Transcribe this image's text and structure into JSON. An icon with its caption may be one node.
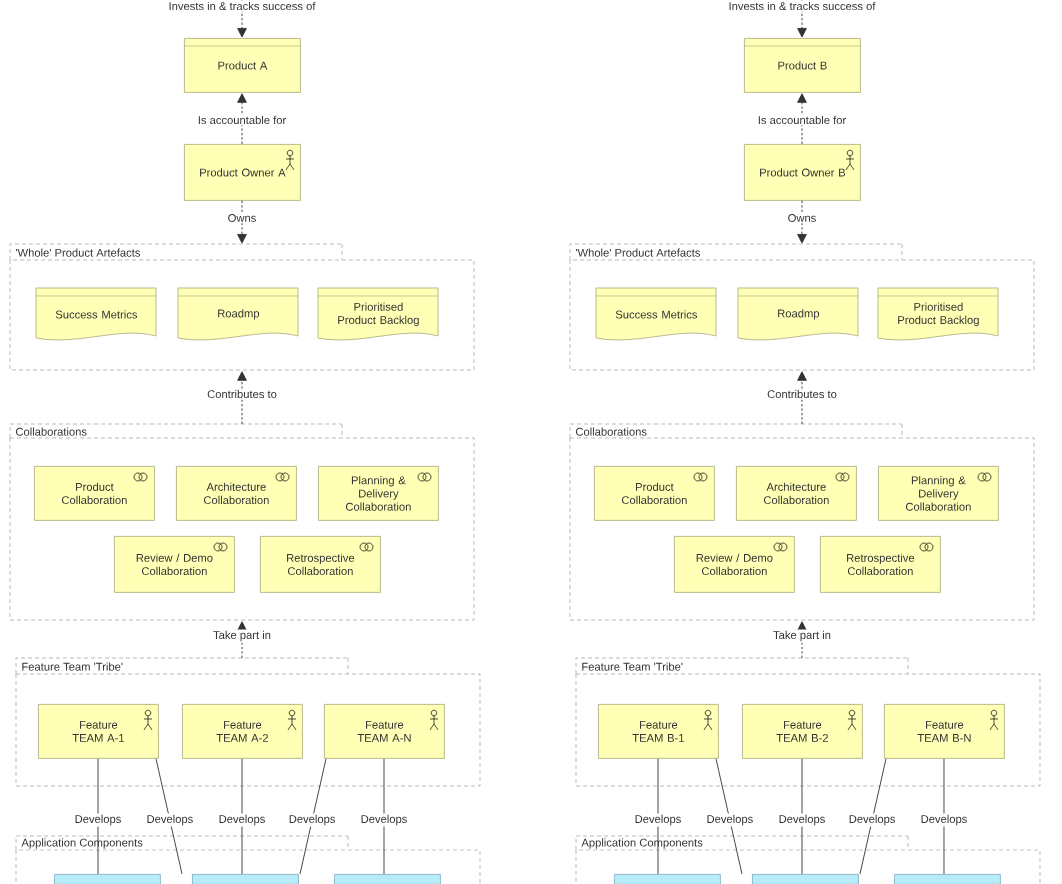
{
  "diagram": {
    "nodes": [
      {
        "text": [
          "Product A"
        ]
      },
      {
        "text": [
          "Product Owner A"
        ]
      },
      {
        "text": [
          "'Whole' Product Artefacts"
        ]
      },
      {
        "text": [
          "Success Metrics"
        ],
        "in": 2
      },
      {
        "text": [
          "Roadmp"
        ],
        "in": 2
      },
      {
        "text": [
          "Prioritised Product Backlog"
        ],
        "in": 2
      },
      {
        "text": [
          "Collaborations"
        ]
      },
      {
        "text": [
          "Product Collaboration"
        ],
        "in": 6
      },
      {
        "text": [
          "Architecture Collaboration"
        ],
        "in": 6
      },
      {
        "text": [
          "Planning & Delivery Collaboration"
        ],
        "in": 6
      },
      {
        "text": [
          "Review / Demo Collaboration"
        ],
        "in": 6
      },
      {
        "text": [
          "Retrospective Collaboration"
        ],
        "in": 6
      },
      {
        "text": [
          "Feature Team 'Tribe'"
        ]
      },
      {
        "text": [
          "Feature TEAM A-1"
        ],
        "in": 12
      },
      {
        "text": [
          "Feature TEAM A-2"
        ],
        "in": 12
      },
      {
        "text": [
          "Feature TEAM A-N"
        ],
        "in": 12
      },
      {
        "text": [
          "Application Components"
        ]
      },
      {
        "text": [],
        "shape": "box",
        "in": 16
      },
      {
        "text": [],
        "shape": "box",
        "in": 16
      },
      {
        "text": [],
        "shape": "box",
        "in": 16
      },
      {
        "text": [
          "Product B"
        ]
      },
      {
        "text": [
          "Product Owner B"
        ]
      },
      {
        "text": [
          "'Whole' Product Artefacts"
        ]
      },
      {
        "text": [
          "Success Metrics"
        ],
        "in": 22
      },
      {
        "text": [
          "Roadmp"
        ],
        "in": 22
      },
      {
        "text": [
          "Prioritised Product Backlog"
        ],
        "in": 22
      },
      {
        "text": [
          "Collaborations"
        ]
      },
      {
        "text": [
          "Product Collaboration"
        ],
        "in": 26
      },
      {
        "text": [
          "Architecture Collaboration"
        ],
        "in": 26
      },
      {
        "text": [
          "Planning & Delivery Collaboration"
        ],
        "in": 26
      },
      {
        "text": [
          "Review / Demo Collaboration"
        ],
        "in": 26
      },
      {
        "text": [
          "Retrospective Collaboration"
        ],
        "in": 26
      },
      {
        "text": [
          "Feature Team 'Tribe'"
        ]
      },
      {
        "text": [
          "Feature TEAM B-1"
        ],
        "in": 32
      },
      {
        "text": [
          "Feature TEAM B-2"
        ],
        "in": 32
      },
      {
        "text": [
          "Feature TEAM B-N"
        ],
        "in": 32
      },
      {
        "text": [
          "Application Components"
        ]
      },
      {
        "text": [],
        "shape": "box",
        "in": 36
      },
      {
        "text": [],
        "shape": "box",
        "in": 36
      },
      {
        "text": [],
        "shape": "box",
        "in": 36
      }
    ],
    "edges": [
      {
        "from": null,
        "to": 0,
        "arrow": "to",
        "label": "Invests in & tracks success of",
        "style": "dashed"
      },
      {
        "from": 1,
        "to": 0,
        "arrow": "to",
        "label": "Is accountable for",
        "style": "dashed"
      },
      {
        "from": 1,
        "to": 2,
        "arrow": "to",
        "label": "Owns",
        "style": "dashed"
      },
      {
        "from": 6,
        "to": 2,
        "arrow": "to",
        "label": "Contributes to",
        "style": "dashed"
      },
      {
        "from": 12,
        "to": 6,
        "arrow": "to",
        "label": "Take part in",
        "style": "dashed"
      },
      {
        "from": 13,
        "to": 17,
        "arrow": "none",
        "label": "Develops"
      },
      {
        "from": 13,
        "to": 18,
        "arrow": "none",
        "label": "Develops"
      },
      {
        "from": 14,
        "to": 18,
        "arrow": "none",
        "label": "Develops"
      },
      {
        "from": 15,
        "to": 18,
        "arrow": "none",
        "label": "Develops"
      },
      {
        "from": 15,
        "to": 19,
        "arrow": "none",
        "label": "Develops"
      },
      {
        "from": null,
        "to": 20,
        "arrow": "to",
        "label": "Invests in & tracks success of",
        "style": "dashed"
      },
      {
        "from": 21,
        "to": 20,
        "arrow": "to",
        "label": "Is accountable for",
        "style": "dashed"
      },
      {
        "from": 21,
        "to": 22,
        "arrow": "to",
        "label": "Owns",
        "style": "dashed"
      },
      {
        "from": 26,
        "to": 22,
        "arrow": "to",
        "label": "Contributes to",
        "style": "dashed"
      },
      {
        "from": 32,
        "to": 26,
        "arrow": "to",
        "label": "Take part in",
        "style": "dashed"
      },
      {
        "from": 33,
        "to": 37,
        "arrow": "none",
        "label": "Develops"
      },
      {
        "from": 33,
        "to": 38,
        "arrow": "none",
        "label": "Develops"
      },
      {
        "from": 34,
        "to": 38,
        "arrow": "none",
        "label": "Develops"
      },
      {
        "from": 35,
        "to": 38,
        "arrow": "none",
        "label": "Develops"
      },
      {
        "from": 35,
        "to": 39,
        "arrow": "none",
        "label": "Develops"
      }
    ]
  }
}
